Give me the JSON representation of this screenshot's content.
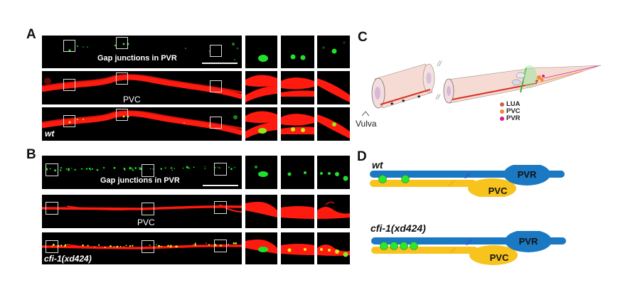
{
  "figure": {
    "panels": {
      "A": {
        "letter": "A",
        "genotype": "wt",
        "row1_label": "Gap junctions in PVR",
        "row2_label": "PVC",
        "row1_channel": "green",
        "row2_channel": "red",
        "row3_channel": "merge",
        "roi_count": 3,
        "has_scale_bar": true
      },
      "B": {
        "letter": "B",
        "genotype": "cfi-1(xd424)",
        "row1_label": "Gap junctions in PVR",
        "row2_label": "PVC",
        "row1_channel": "green",
        "row2_channel": "red",
        "row3_channel": "merge",
        "roi_count": 3,
        "has_scale_bar": true
      },
      "C": {
        "letter": "C",
        "landmark_label": "Vulva",
        "break_symbol": "//",
        "legend": [
          {
            "label": "LUA",
            "color": "#c8604a"
          },
          {
            "label": "PVC",
            "color": "#f08a2a"
          },
          {
            "label": "PVR",
            "color": "#e0198c"
          }
        ]
      },
      "D": {
        "letter": "D",
        "schematics": [
          {
            "genotype": "wt",
            "pvr_label": "PVR",
            "pvc_label": "PVC",
            "gap_junctions": 2
          },
          {
            "genotype": "cfi-1(xd424)",
            "pvr_label": "PVR",
            "pvc_label": "PVC",
            "gap_junctions": 4
          }
        ]
      }
    },
    "colors": {
      "green_signal": "#22e02a",
      "red_signal": "#ff1a10",
      "pvr_blue": "#1b78c2",
      "pvc_yellow": "#f7c31c",
      "gap_junction_green": "#2ee62e"
    }
  }
}
